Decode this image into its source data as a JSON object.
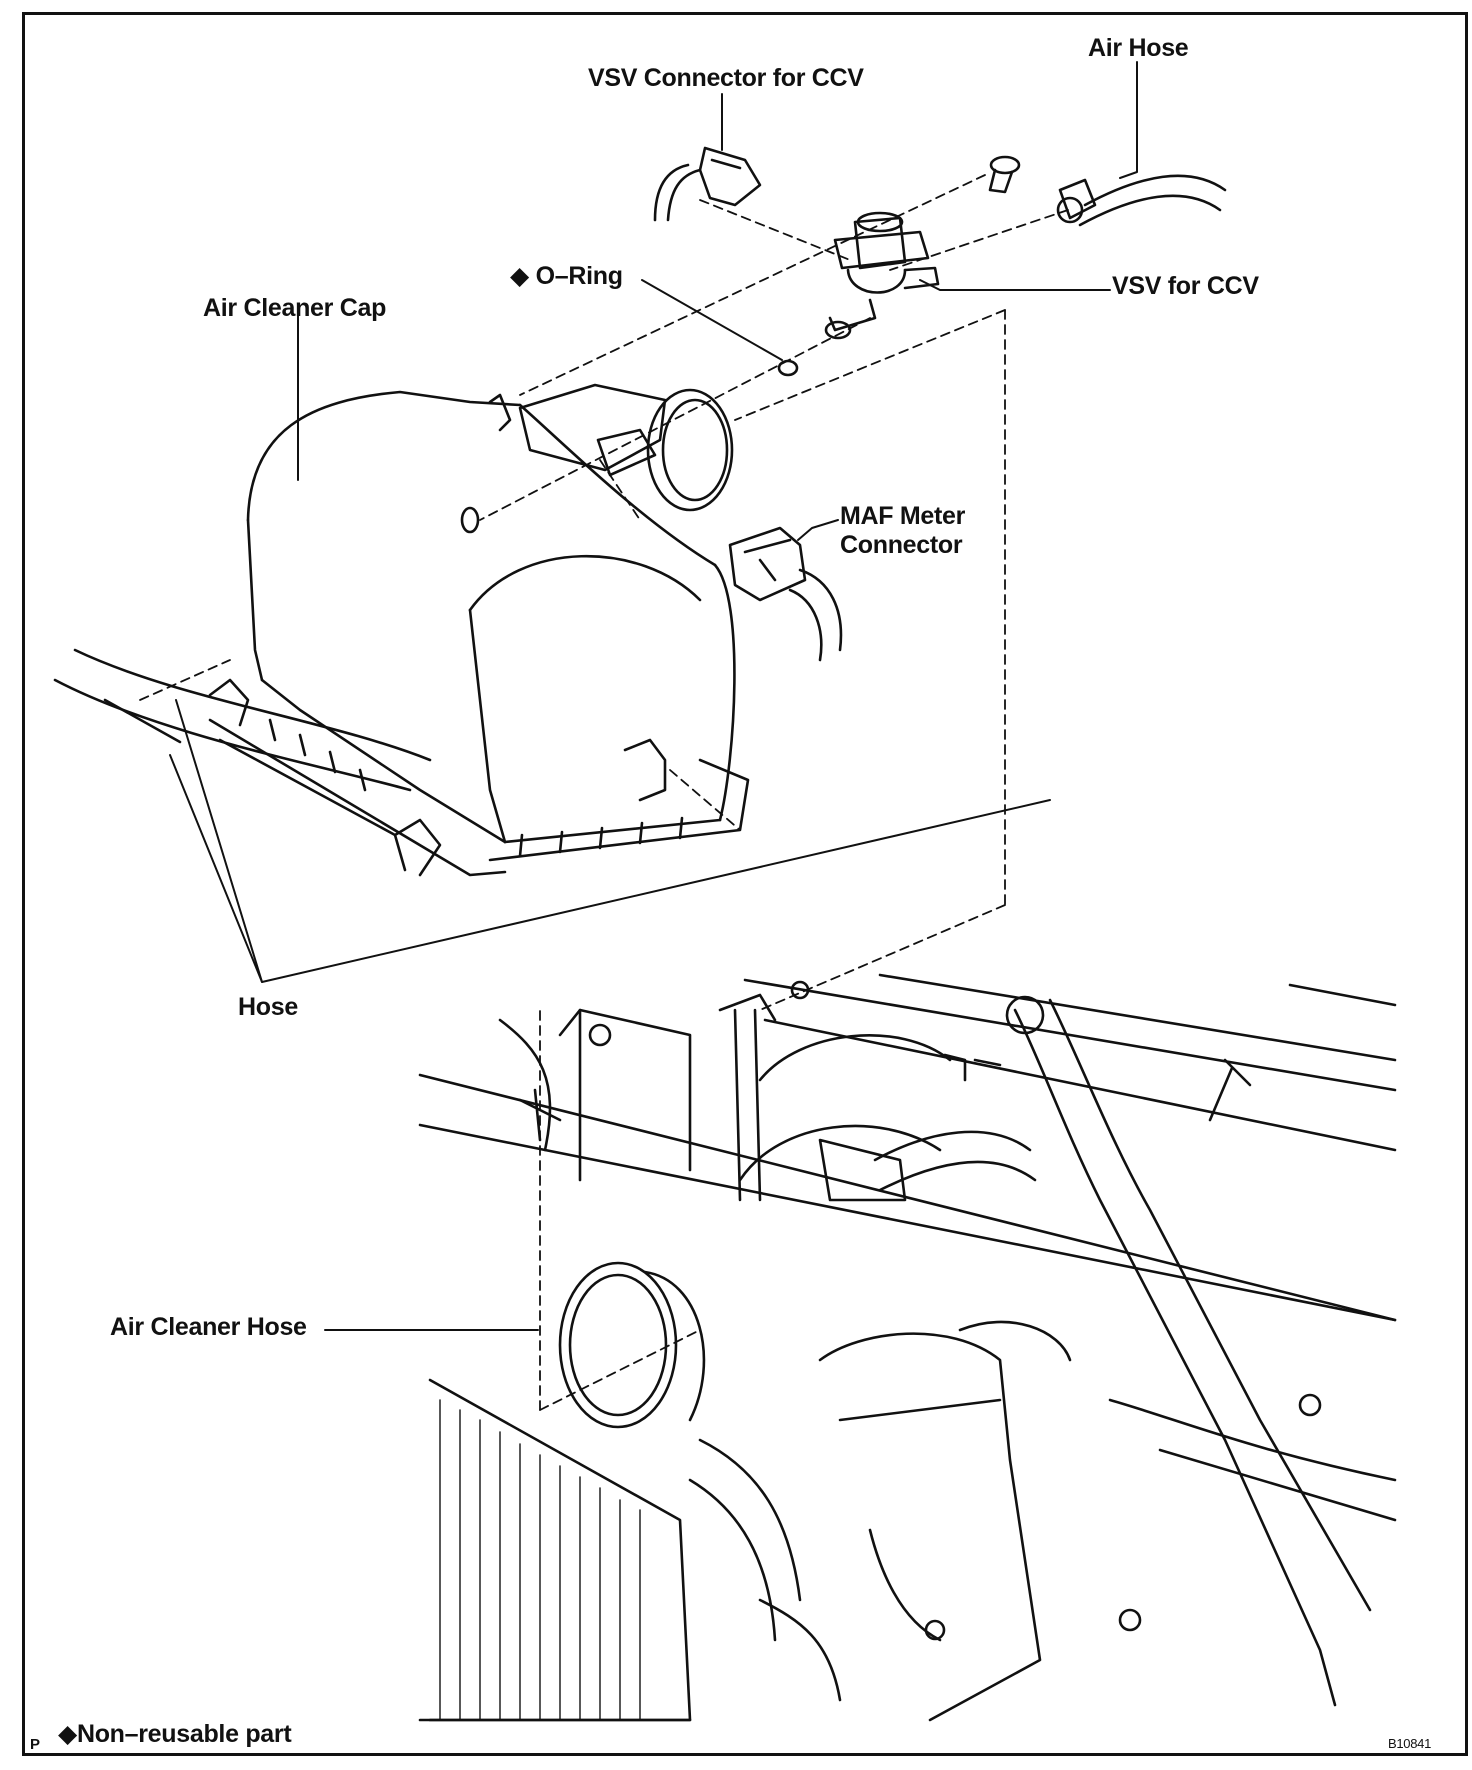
{
  "labels": {
    "air_hose": "Air Hose",
    "vsv_connector": "VSV Connector for CCV",
    "o_ring_marker": "◆",
    "o_ring": "O–Ring",
    "vsv_for_ccv": "VSV for CCV",
    "air_cleaner_cap": "Air Cleaner Cap",
    "maf_meter_connector_line1": "MAF Meter",
    "maf_meter_connector_line2": "Connector",
    "hose": "Hose",
    "air_cleaner_hose": "Air Cleaner Hose"
  },
  "footer": {
    "corner_letter": "P",
    "legend_marker": "◆",
    "legend_text": "Non–reusable part",
    "figure_id": "B10841"
  }
}
